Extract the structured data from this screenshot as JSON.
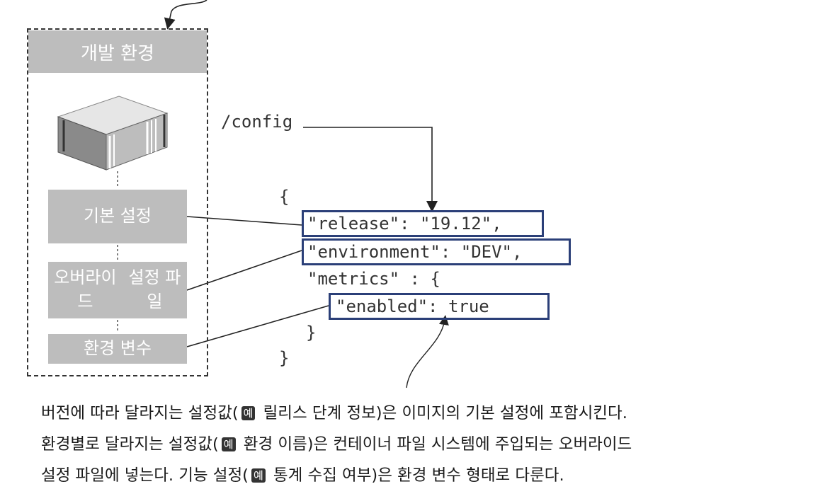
{
  "environment": {
    "title": "개발 환경",
    "layers": {
      "base": "기본 설정",
      "override_line1": "오버라이드",
      "override_line2": "설정 파일",
      "env_vars": "환경 변수"
    }
  },
  "config_path": "/config",
  "json_lines": {
    "open": "{",
    "release": "\"release\": \"19.12\",",
    "environment": "\"environment\": \"DEV\",",
    "metrics": "\"metrics\" : {",
    "enabled": "\"enabled\": true",
    "close_inner": "}",
    "close_outer": "}"
  },
  "caption": {
    "line1_a": "버전에 따라 달라지는 설정값(",
    "example_mark": "예",
    "line1_b": " 릴리스 단계 정보)은 이미지의 기본 설정에 포함시킨다.",
    "line2_a": "환경별로 달라지는 설정값(",
    "line2_b": " 환경 이름)은 컨테이너 파일 시스템에 주입되는 오버라이드",
    "line3_a": "설정 파일에 넣는다. 기능 설정(",
    "line3_b": " 통계 수집 여부)은 환경 변수 형태로 다룬다."
  },
  "colors": {
    "highlight_border": "#2b3f78",
    "layer_fill": "#bdbdbd"
  }
}
